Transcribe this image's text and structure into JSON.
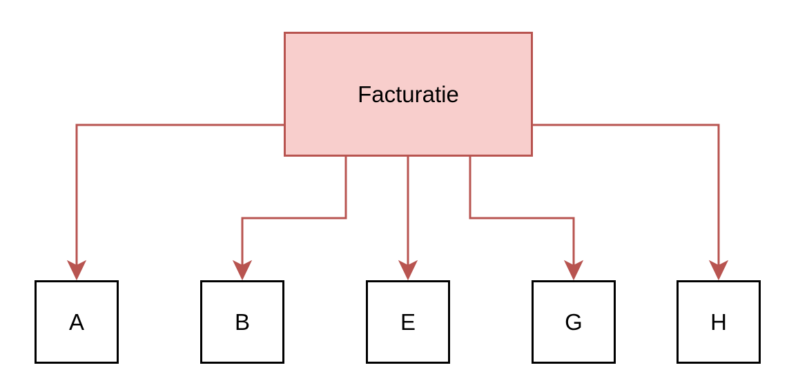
{
  "diagram": {
    "root": {
      "label": "Facturatie",
      "fill": "#f8cecc",
      "stroke": "#b85450"
    },
    "children": [
      {
        "label": "A"
      },
      {
        "label": "B"
      },
      {
        "label": "E"
      },
      {
        "label": "G"
      },
      {
        "label": "H"
      }
    ],
    "connector_color": "#b85450",
    "child_stroke": "#000000"
  }
}
